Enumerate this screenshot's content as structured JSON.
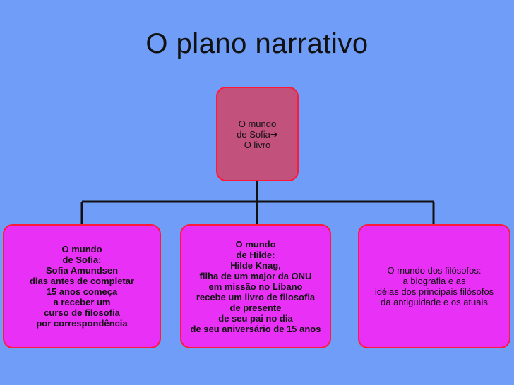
{
  "title": "O plano narrativo",
  "root": {
    "text": "O mundo\nde Sofia➔\nO livro"
  },
  "children": [
    {
      "text": "O mundo\nde Sofia:\nSofia Amundsen\ndias antes de completar\n15 anos começa\na receber um\ncurso de filosofia\npor correspondência"
    },
    {
      "text": "O mundo\nde Hilde:\nHilde Knag,\nfilha de um major da ONU\nem missão no Líbano\nrecebe um livro de filosofia\nde presente\nde seu pai no dia\nde seu aniversário de 15 anos"
    },
    {
      "text": "O mundo  dos filósofos:\na biografia e as\nidéias dos principais filósofos\nda antiguidade e os atuais"
    }
  ],
  "colors": {
    "background": "#6f9df7",
    "root_fill": "#c2517c",
    "child_fill": "#e830f7",
    "border": "#ff1a3a",
    "connector": "#111111"
  }
}
